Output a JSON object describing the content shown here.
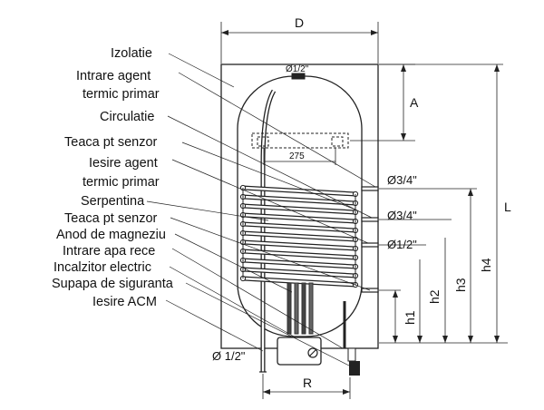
{
  "labels": {
    "izolatie": "Izolatie",
    "intrare_agent_1": "Intrare agent",
    "intrare_agent_2": "termic primar",
    "circulatie": "Circulatie",
    "teaca_1": "Teaca pt senzor",
    "iesire_agent_1": "Iesire agent",
    "iesire_agent_2": "termic primar",
    "serpentina": "Serpentina",
    "teaca_2": "Teaca pt senzor",
    "anod": "Anod de magneziu",
    "intrare_apa": "Intrare apa rece",
    "incalzitor": "Incalzitor electric",
    "supapa": "Supapa de siguranta",
    "iesire_acm": "Iesire ACM"
  },
  "dimensions": {
    "D": "D",
    "A": "A",
    "L": "L",
    "h1": "h1",
    "h2": "h2",
    "h3": "h3",
    "h4": "h4",
    "R": "R",
    "dim_275": "275"
  },
  "connections": {
    "top": "Ø1/2\"",
    "c1": "Ø3/4\"",
    "c2": "Ø3/4\"",
    "c3": "Ø1/2\"",
    "bottom": "Ø 1/2\""
  }
}
